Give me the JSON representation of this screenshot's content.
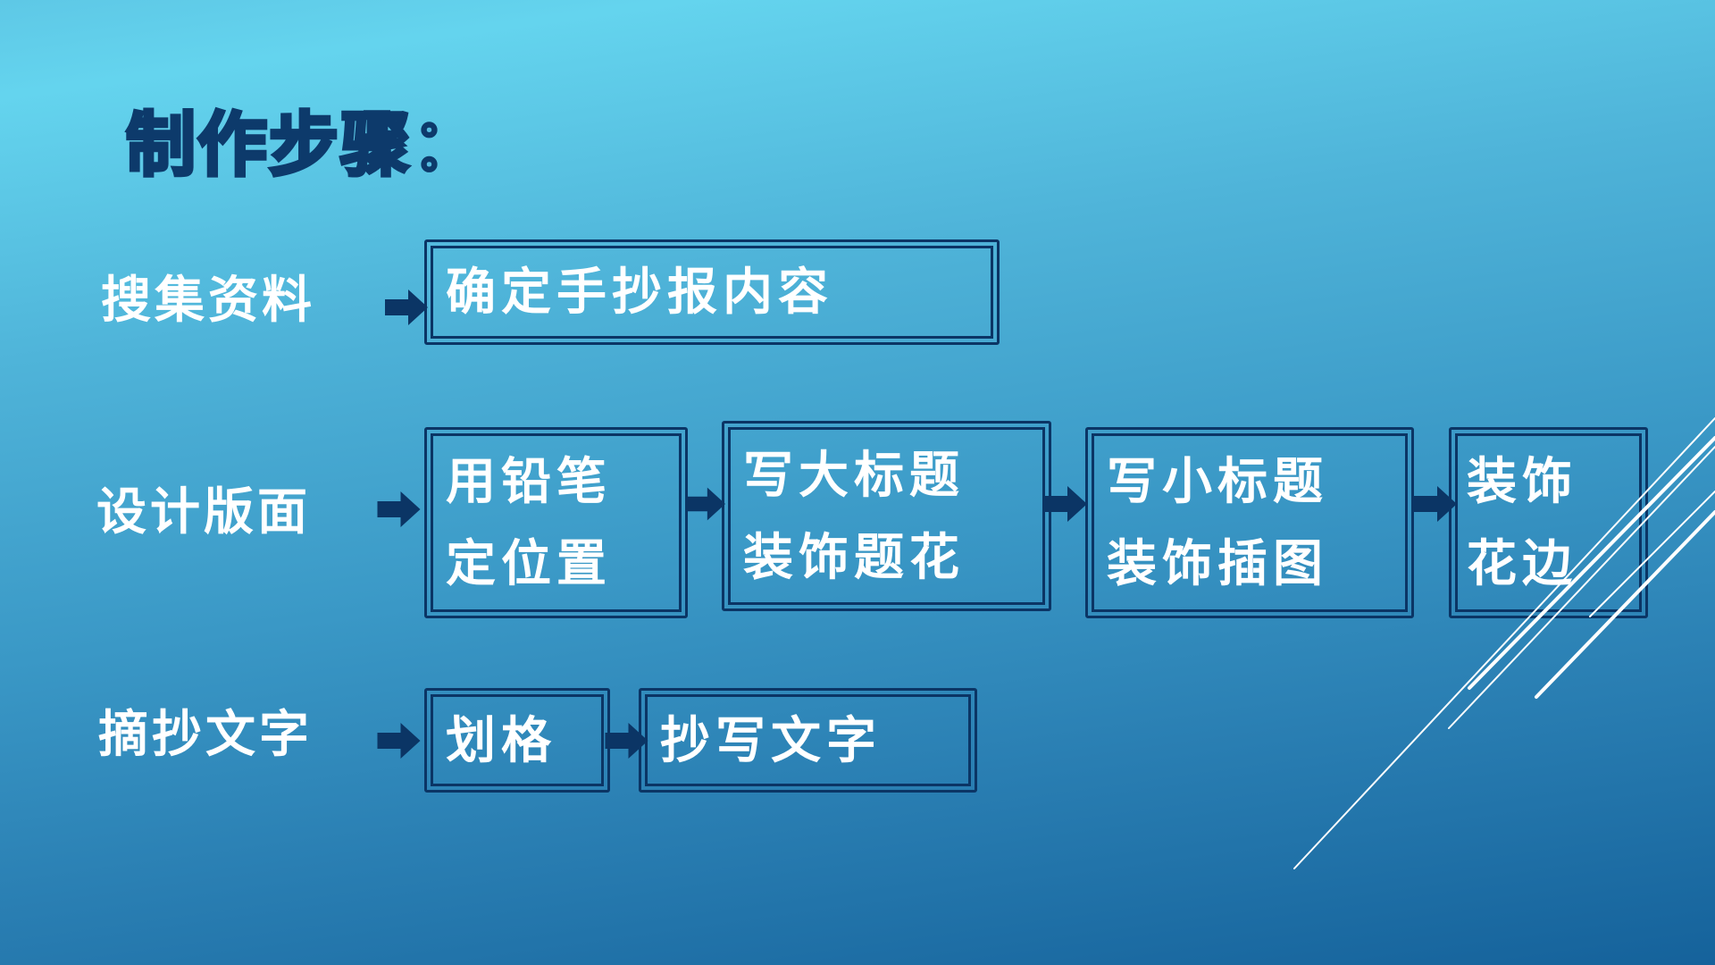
{
  "slide": {
    "title": "制作步骤：",
    "colors": {
      "background_top": "#64d4ee",
      "background_bottom": "#13609a",
      "box_border": "#0b3565",
      "arrow": "#0b3565",
      "text": "#ffffff"
    },
    "rows": [
      {
        "label": "搜集资料",
        "steps": [
          {
            "lines": [
              "确定手抄报内容"
            ]
          }
        ]
      },
      {
        "label": "设计版面",
        "steps": [
          {
            "lines": [
              "用铅笔",
              "定位置"
            ]
          },
          {
            "lines": [
              "写大标题",
              "装饰题花"
            ]
          },
          {
            "lines": [
              "写小标题",
              "装饰插图"
            ]
          },
          {
            "lines": [
              "装饰",
              "花边"
            ]
          }
        ]
      },
      {
        "label": "摘抄文字",
        "steps": [
          {
            "lines": [
              "划格"
            ]
          },
          {
            "lines": [
              "抄写文字"
            ]
          }
        ]
      }
    ]
  }
}
